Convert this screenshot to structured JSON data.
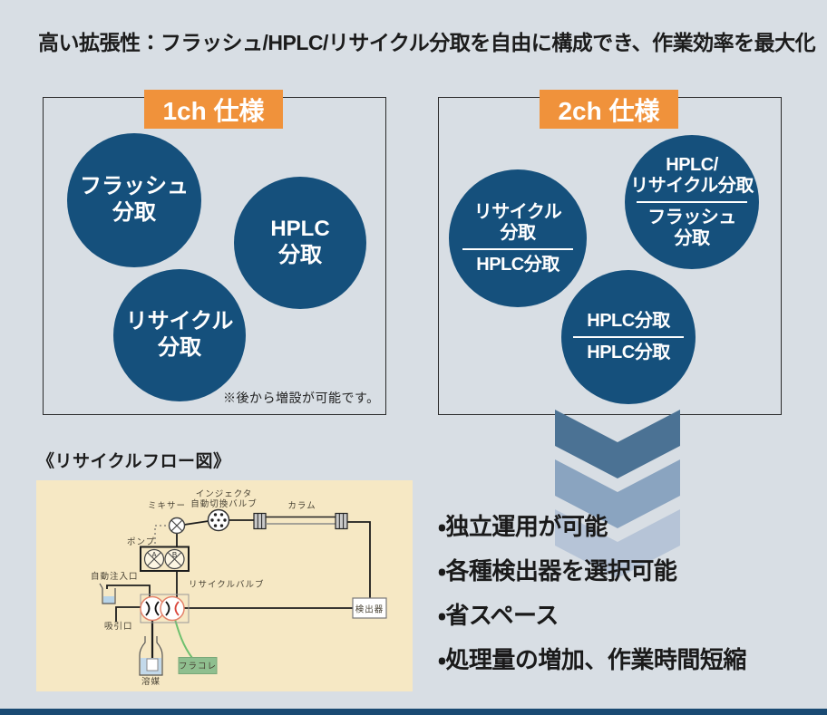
{
  "page": {
    "title": "高い拡張性：フラッシュ/HPLC/リサイクル分取を自由に構成でき、作業効率を最大化",
    "colors": {
      "background": "#d8dee4",
      "accent_orange": "#f0923b",
      "navy_circle": "#15507c",
      "diagram_cream": "#f6e8c4",
      "chevron_dark": "#4b7294",
      "chevron_mid": "#8aa4c0",
      "chevron_light": "#b6c4d7",
      "footer_bar": "#1a4a73",
      "fraction_collector_green": "#8fbf8f"
    }
  },
  "spec_1ch": {
    "header": "1ch 仕様",
    "circle_flash": {
      "line1": "フラッシュ",
      "line2": "分取"
    },
    "circle_hplc": {
      "line1": "HPLC",
      "line2": "分取"
    },
    "circle_recycle": {
      "line1": "リサイクル",
      "line2": "分取"
    },
    "note": "※後から増設が可能です。"
  },
  "spec_2ch": {
    "header": "2ch 仕様",
    "circle_recycle_hplc": {
      "top1": "リサイクル",
      "top2": "分取",
      "bottom1": "HPLC分取"
    },
    "circle_hplc_recycle_flash": {
      "top1": "HPLC/",
      "top2": "リサイクル分取",
      "bottom1": "フラッシュ",
      "bottom2": "分取"
    },
    "circle_hplc_hplc": {
      "top1": "HPLC分取",
      "bottom1": "HPLC分取"
    }
  },
  "benefits": [
    "・独立運用が可能",
    "・各種検出器を選択可能",
    "・省スペース",
    "・処理量の増加、作業時間短縮"
  ],
  "flow_diagram": {
    "heading": "《リサイクルフロー図》",
    "labels": {
      "mixer": "ミキサー",
      "injector_line1": "インジェクタ",
      "injector_line2": "自動切換バルブ",
      "column": "カラム",
      "pump": "ポンプ",
      "pump_a": "A",
      "pump_b": "B",
      "auto_inlet": "自動注入口",
      "recycle_valve": "リサイクルバルブ",
      "suction_port": "吸引口",
      "detector": "検出器",
      "solvent": "溶媒",
      "fraction_collector": "フラコレ"
    }
  }
}
